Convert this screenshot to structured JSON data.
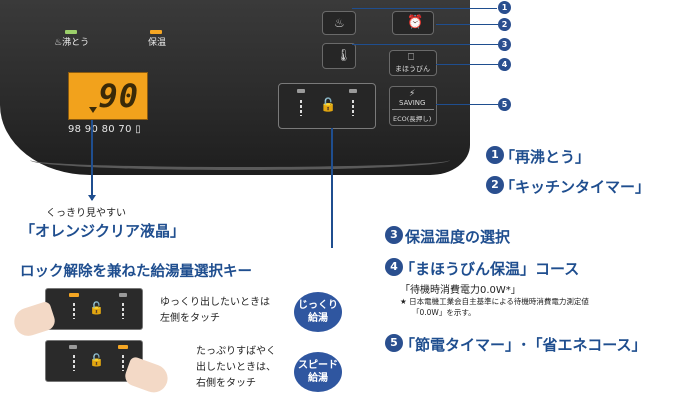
{
  "device": {
    "label_boil": "沸とう",
    "label_keepwarm": "保温",
    "lcd_value": "90",
    "temp_scale": "98 90 80 70",
    "saving_label": "SAVING",
    "eco_label": "ECO(長押し)",
    "mahoubin_label": "まほうびん"
  },
  "callouts": [
    "1",
    "2",
    "3",
    "4",
    "5"
  ],
  "lcd_section": {
    "caption": "くっきり見やすい",
    "title": "「オレンジクリア液晶」"
  },
  "lock_section": {
    "title": "ロック解除を兼ねた給湯量選択キー",
    "slow_text_1": "ゆっくり出したいときは",
    "slow_text_2": "左側をタッチ",
    "slow_badge_1": "じっくり",
    "slow_badge_2": "給湯",
    "fast_text_1": "たっぷりすばやく",
    "fast_text_2": "出したいときは、",
    "fast_text_3": "右側をタッチ",
    "fast_badge_1": "スピード",
    "fast_badge_2": "給湯"
  },
  "features": {
    "f1": "「再沸とう」",
    "f2": "「キッチンタイマー」",
    "f3": "保温温度の選択",
    "f4": "「まほうびん保温」コース",
    "f4_sub": "「待機時消費電力0.0W*」",
    "f4_note_1": "★ 日本電機工業会自主基準による待機時消費電力測定値",
    "f4_note_2": "「0.0W」を示す。",
    "f5": "「節電タイマー」･「省エネコース」"
  },
  "colors": {
    "accent_blue": "#1f4e8f",
    "lcd_orange": "#f2a21c",
    "led_orange": "#f5a623",
    "led_green": "#9bcf6a"
  }
}
